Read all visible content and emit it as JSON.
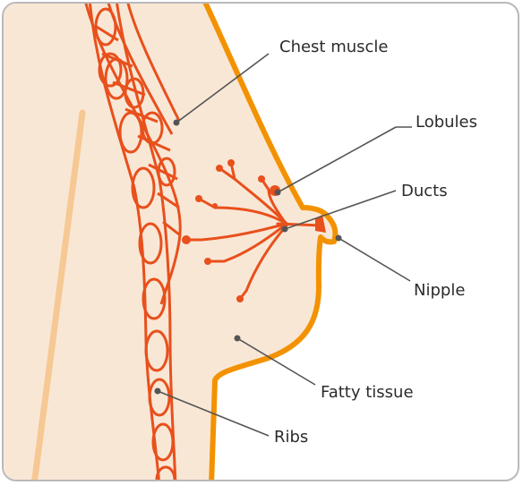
{
  "diagram": {
    "labels": {
      "chest_muscle": "Chest muscle",
      "lobules": "Lobules",
      "ducts": "Ducts",
      "nipple": "Nipple",
      "fatty_tissue": "Fatty tissue",
      "ribs": "Ribs"
    },
    "colors": {
      "skin": "#f9e7d6",
      "outline": "#f39200",
      "tissue": "#e8501c",
      "rib_line": "#f6c893",
      "pointer": "#555555"
    }
  }
}
